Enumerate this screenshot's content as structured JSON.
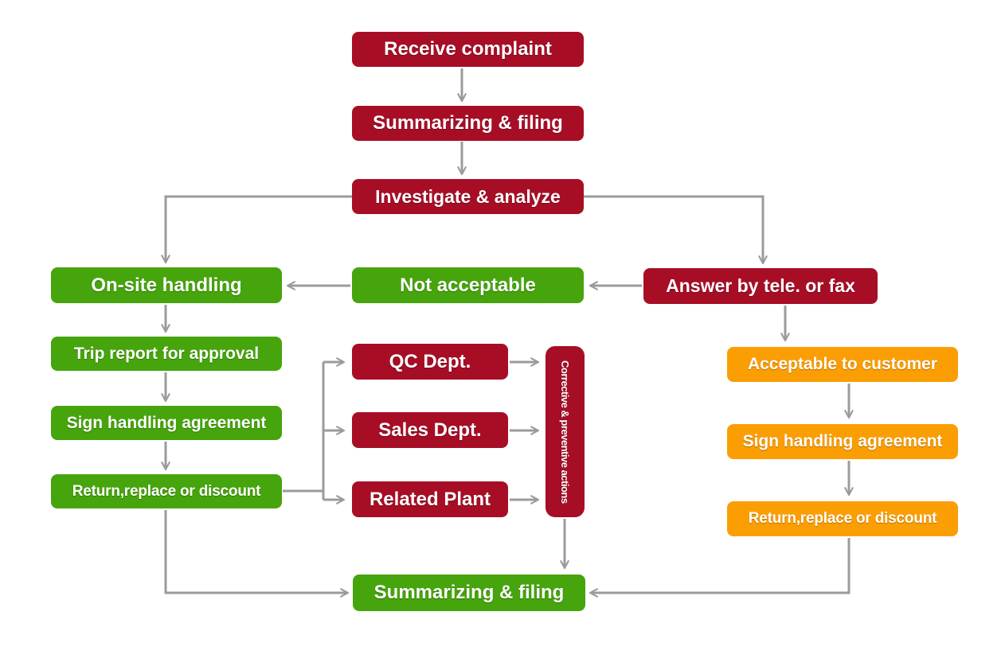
{
  "title": "Customer complaint handling flowchart",
  "colors": {
    "red": "#A70E26",
    "green": "#46A40C",
    "orange": "#FB9E04",
    "arrow": "#9B9B9B",
    "text": "#FFFFFF",
    "background": "#FFFFFF"
  },
  "nodes": {
    "receive_complaint": {
      "label": "Receive complaint",
      "color": "red"
    },
    "summarizing_filing_top": {
      "label": "Summarizing & filing",
      "color": "red"
    },
    "investigate_analyze": {
      "label": "Investigate & analyze",
      "color": "red"
    },
    "on_site_handling": {
      "label": "On-site handling",
      "color": "green"
    },
    "not_acceptable": {
      "label": "Not acceptable",
      "color": "green"
    },
    "answer_by_tele_or_fax": {
      "label": "Answer by tele. or fax",
      "color": "red"
    },
    "trip_report_for_approval": {
      "label": "Trip report for approval",
      "color": "green"
    },
    "sign_handling_agreement_left": {
      "label": "Sign handling agreement",
      "color": "green"
    },
    "return_replace_or_discount_left": {
      "label": "Return,replace or discount",
      "color": "green"
    },
    "qc_dept": {
      "label": "QC Dept.",
      "color": "red"
    },
    "sales_dept": {
      "label": "Sales Dept.",
      "color": "red"
    },
    "related_plant": {
      "label": "Related Plant",
      "color": "red"
    },
    "corrective_preventive_actions": {
      "label": "Corrective & preventive actions",
      "color": "red"
    },
    "acceptable_to_customer": {
      "label": "Acceptable to customer",
      "color": "orange"
    },
    "sign_handling_agreement_right": {
      "label": "Sign handling agreement",
      "color": "orange"
    },
    "return_replace_or_discount_right": {
      "label": "Return,replace or discount",
      "color": "orange"
    },
    "summarizing_filing_bottom": {
      "label": "Summarizing & filing",
      "color": "green"
    }
  },
  "edges": [
    {
      "from": "receive_complaint",
      "to": "summarizing_filing_top"
    },
    {
      "from": "summarizing_filing_top",
      "to": "investigate_analyze"
    },
    {
      "from": "investigate_analyze",
      "to": "on_site_handling"
    },
    {
      "from": "investigate_analyze",
      "to": "answer_by_tele_or_fax"
    },
    {
      "from": "answer_by_tele_or_fax",
      "to": "not_acceptable"
    },
    {
      "from": "not_acceptable",
      "to": "on_site_handling"
    },
    {
      "from": "on_site_handling",
      "to": "trip_report_for_approval"
    },
    {
      "from": "trip_report_for_approval",
      "to": "sign_handling_agreement_left"
    },
    {
      "from": "sign_handling_agreement_left",
      "to": "return_replace_or_discount_left"
    },
    {
      "from": "return_replace_or_discount_left",
      "to": "qc_dept"
    },
    {
      "from": "return_replace_or_discount_left",
      "to": "sales_dept"
    },
    {
      "from": "return_replace_or_discount_left",
      "to": "related_plant"
    },
    {
      "from": "qc_dept",
      "to": "corrective_preventive_actions"
    },
    {
      "from": "sales_dept",
      "to": "corrective_preventive_actions"
    },
    {
      "from": "related_plant",
      "to": "corrective_preventive_actions"
    },
    {
      "from": "corrective_preventive_actions",
      "to": "summarizing_filing_bottom"
    },
    {
      "from": "answer_by_tele_or_fax",
      "to": "acceptable_to_customer"
    },
    {
      "from": "acceptable_to_customer",
      "to": "sign_handling_agreement_right"
    },
    {
      "from": "sign_handling_agreement_right",
      "to": "return_replace_or_discount_right"
    },
    {
      "from": "return_replace_or_discount_right",
      "to": "summarizing_filing_bottom"
    },
    {
      "from": "return_replace_or_discount_left",
      "to": "summarizing_filing_bottom"
    }
  ]
}
